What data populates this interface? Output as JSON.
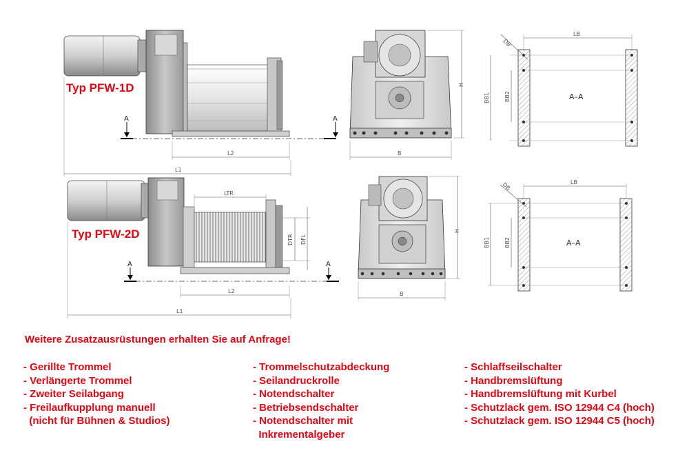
{
  "drawing": {
    "pfw1d_label": "Typ PFW-1D",
    "pfw2d_label": "Typ PFW-2D",
    "section_marker": "A",
    "section_view_label": "A–A",
    "dims": {
      "l1": "L1",
      "l2": "L2",
      "ltr": "LTR",
      "dtr": "DTR",
      "dfl": "DFL",
      "b": "B",
      "h": "H",
      "lb": "LB",
      "db": "DB",
      "bb1": "BB1",
      "bb2": "BB2"
    }
  },
  "accessories": {
    "headline": "Weitere Zusatzausrüstungen erhalten Sie auf Anfrage!",
    "columns": [
      [
        "- Gerillte Trommel",
        "- Verlängerte Trommel",
        "- Zweiter Seilabgang",
        "- Freilaufkupplung manuell",
        "  (nicht für Bühnen & Studios)"
      ],
      [
        "- Trommelschutzabdeckung",
        "- Seilandruckrolle",
        "- Notendschalter",
        "- Betriebsendschalter",
        "- Notendschalter mit",
        "  Inkrementalgeber"
      ],
      [
        "- Schlaffseilschalter",
        "- Handbremslüftung",
        "- Handbremslüftung mit Kurbel",
        "- Schutzlack gem. ISO 12944 C4 (hoch)",
        "- Schutzlack gem. ISO 12944 C5 (hoch)"
      ]
    ]
  },
  "colors": {
    "accent_red": "#e30613",
    "line": "#333333",
    "hatch": "#888888"
  }
}
